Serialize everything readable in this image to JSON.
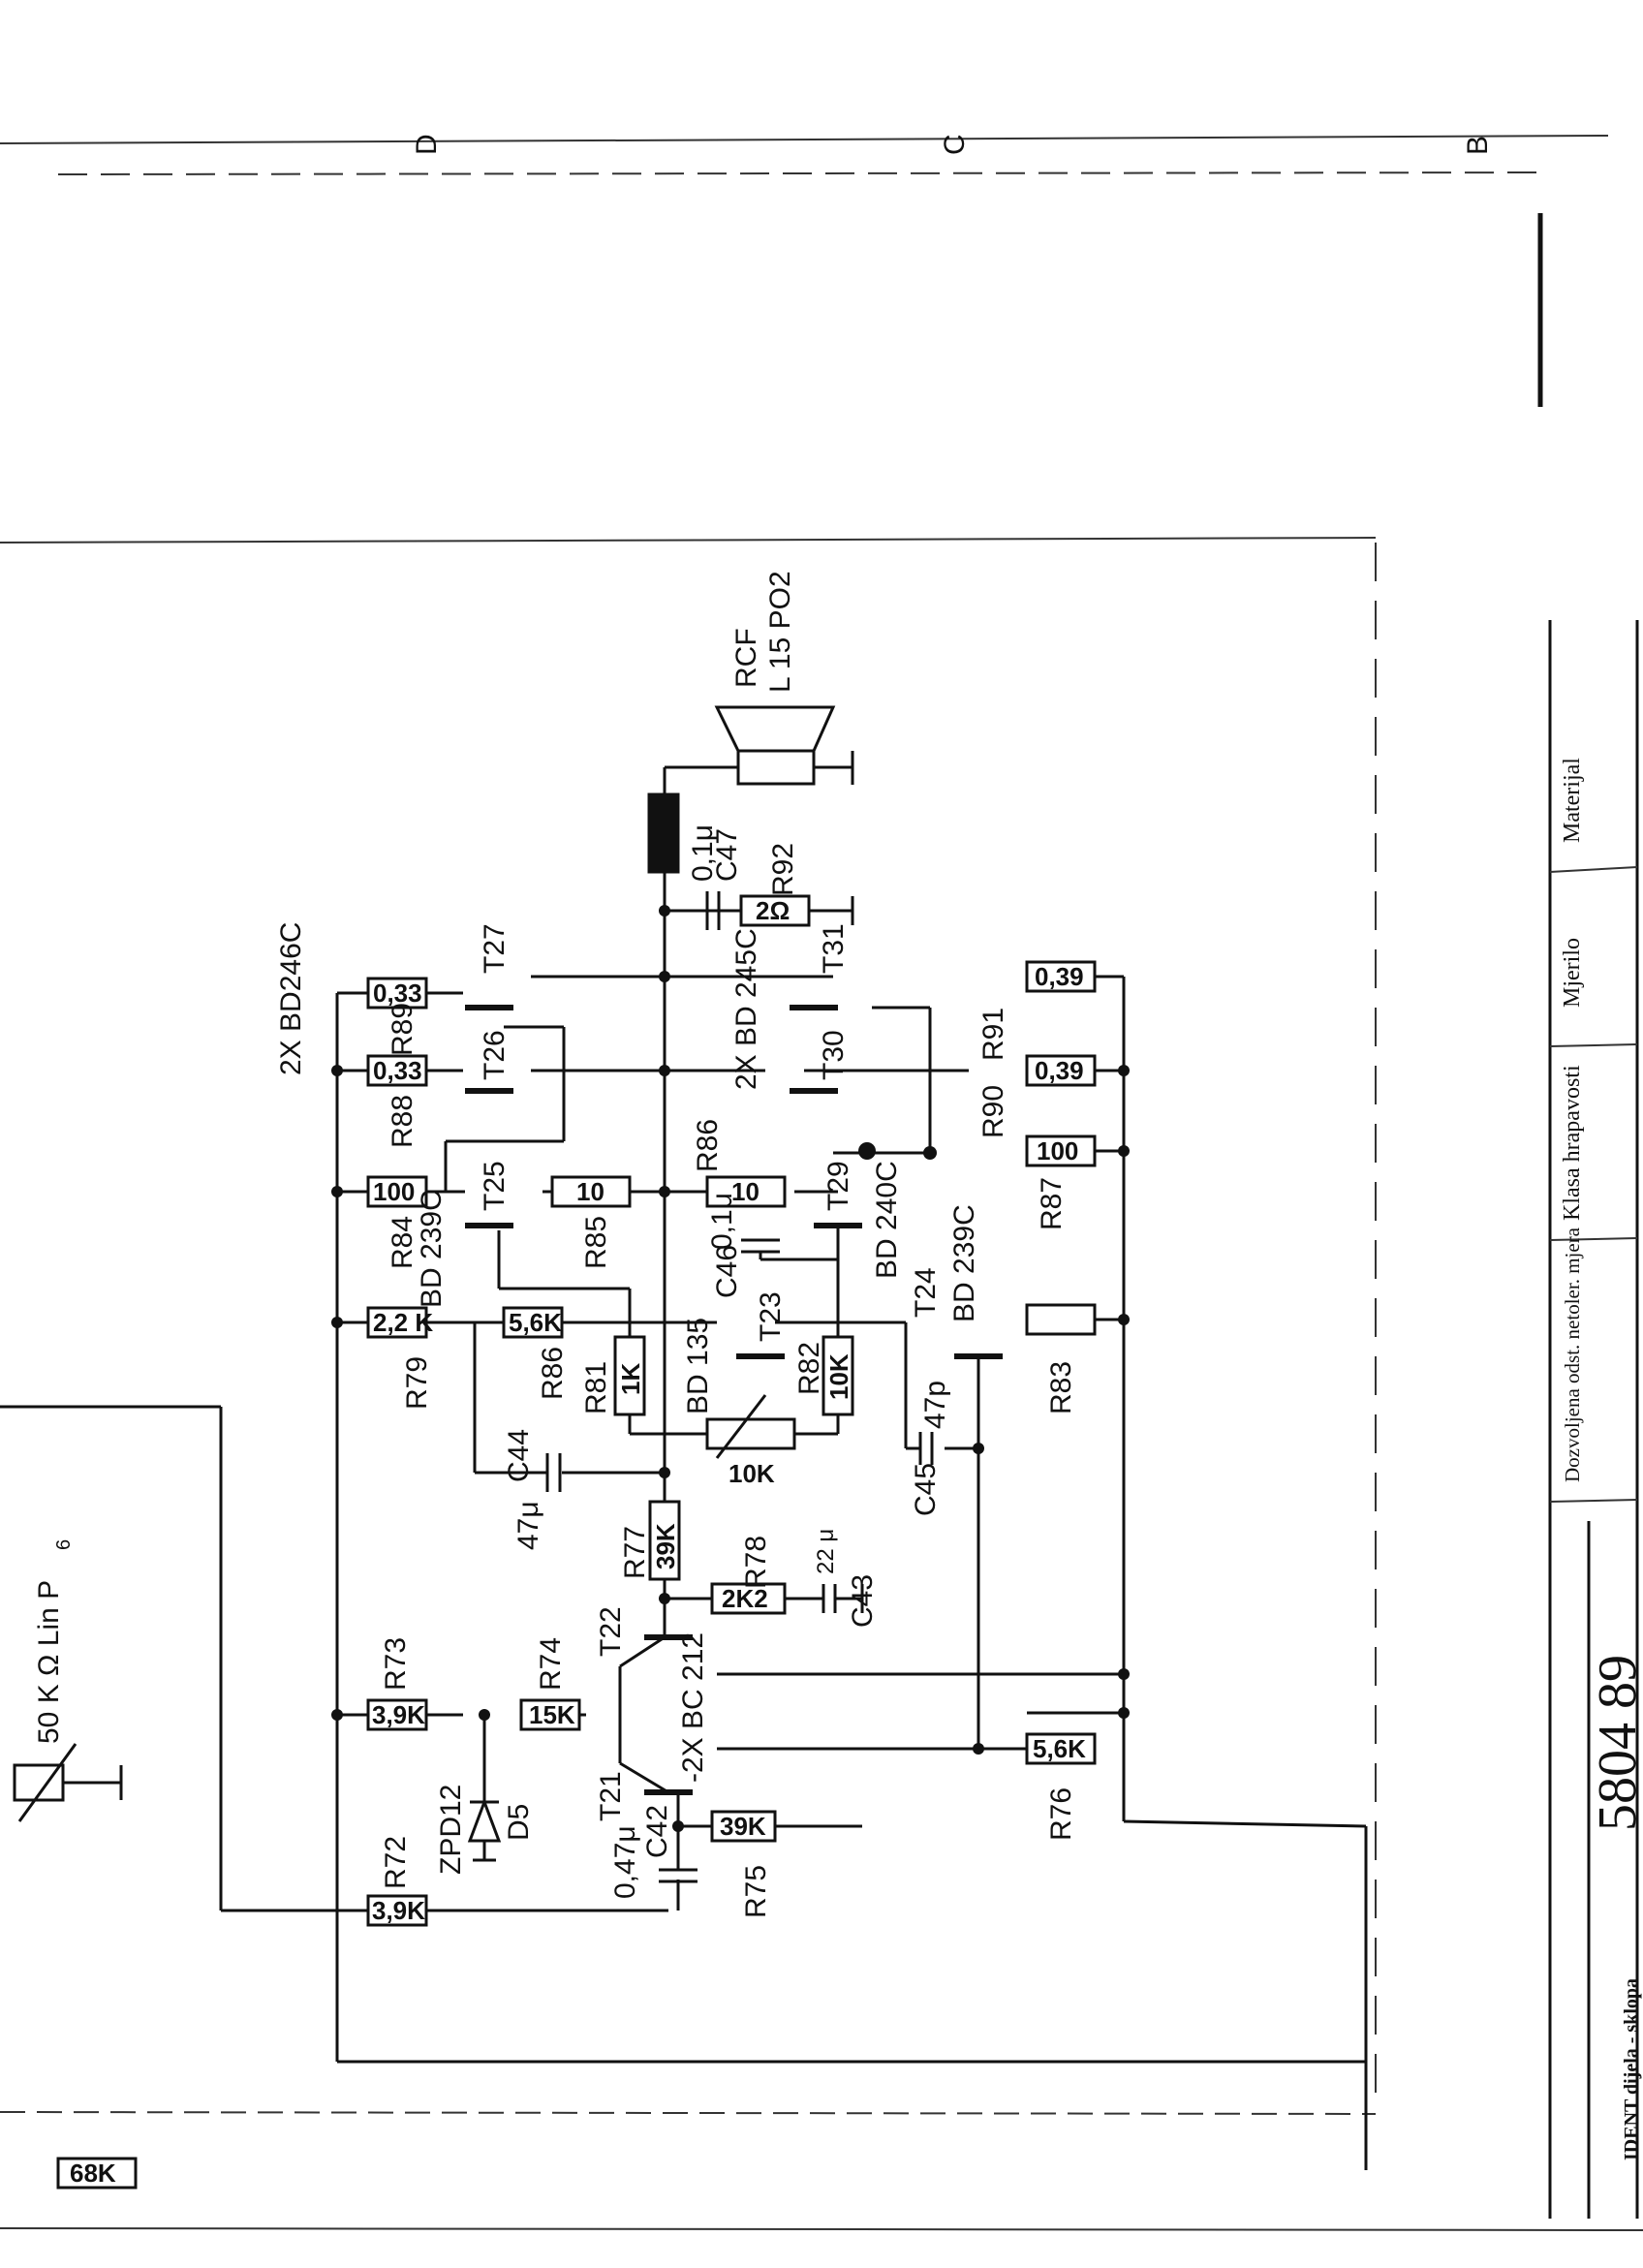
{
  "frame": {
    "zones": [
      "D",
      "C",
      "B"
    ]
  },
  "title_block": {
    "material": "Materijal",
    "scale": "Mjerilo",
    "surface_class": "Klasa hrapavosti",
    "tolerance": "Dozvoljena odst. netoler. mjera",
    "drawing_number": "5804 89",
    "ident": "IDENT dijela - sklopa"
  },
  "potentiometer": {
    "value": "50 K Ω Lin P",
    "subscript": "6"
  },
  "speaker": {
    "brand": "RCF",
    "model": "L 15 PO2"
  },
  "transistors": {
    "t21": "T21",
    "t22": "T22",
    "t23": "T23",
    "t24": "T24",
    "t25": "T25",
    "t26": "T26",
    "t27": "T27",
    "t29": "T29",
    "t30": "T30",
    "t31": "T31",
    "bc212": "-2X BC 212",
    "bd135": "BD 135",
    "bd239c_a": "BD 239C",
    "bd239c_b": "BD 239C",
    "bd240c": "BD 240C",
    "bd245c": "2X BD 245C",
    "bd246c": "2X BD246C"
  },
  "resistors": {
    "r72": {
      "name": "R72",
      "value": "3,9K"
    },
    "r73": {
      "name": "R73",
      "value": "3,9K"
    },
    "r74": {
      "name": "R74",
      "value": "15K"
    },
    "r75": {
      "name": "R75",
      "value": "39K"
    },
    "r76": {
      "name": "R76",
      "value": "5,6K"
    },
    "r77": {
      "name": "R77",
      "value": "39K"
    },
    "r78": {
      "name": "R78",
      "value": "2K2"
    },
    "r79": {
      "name": "R79",
      "value": "2,2 K"
    },
    "r80": {
      "name": "R86",
      "value": "5,6K"
    },
    "r81": {
      "name": "R81",
      "value": "1K"
    },
    "r82": {
      "name": "R82",
      "value": "10K"
    },
    "r83": {
      "name": "R83",
      "value": ""
    },
    "r84": {
      "name": "R84",
      "value": "100"
    },
    "r85": {
      "name": "R85",
      "value": "10"
    },
    "r86": {
      "name": "R86",
      "value": "10"
    },
    "r87": {
      "name": "R87",
      "value": "100"
    },
    "r88": {
      "name": "R88",
      "value": "0,33"
    },
    "r89": {
      "name": "R89",
      "value": "0,33"
    },
    "r90": {
      "name": "R90",
      "value": "0,39"
    },
    "r91": {
      "name": "R91",
      "value": "0,39"
    },
    "r92": {
      "name": "R92",
      "value": "2Ω"
    },
    "trim": {
      "name": "",
      "value": "10K"
    },
    "far": {
      "name": "",
      "value": "68K"
    }
  },
  "capacitors": {
    "c42": {
      "name": "C42",
      "value": "0,47μ"
    },
    "c43": {
      "name": "C43",
      "value": "22 μ"
    },
    "c44": {
      "name": "C44",
      "value": "47μ"
    },
    "c45": {
      "name": "C45",
      "value": "47p"
    },
    "c46": {
      "name": "C46",
      "value": "0,1μ"
    },
    "c47": {
      "name": "C47",
      "value": "0,1μ"
    }
  },
  "diodes": {
    "zener": "ZPD12",
    "d5": "D5"
  }
}
